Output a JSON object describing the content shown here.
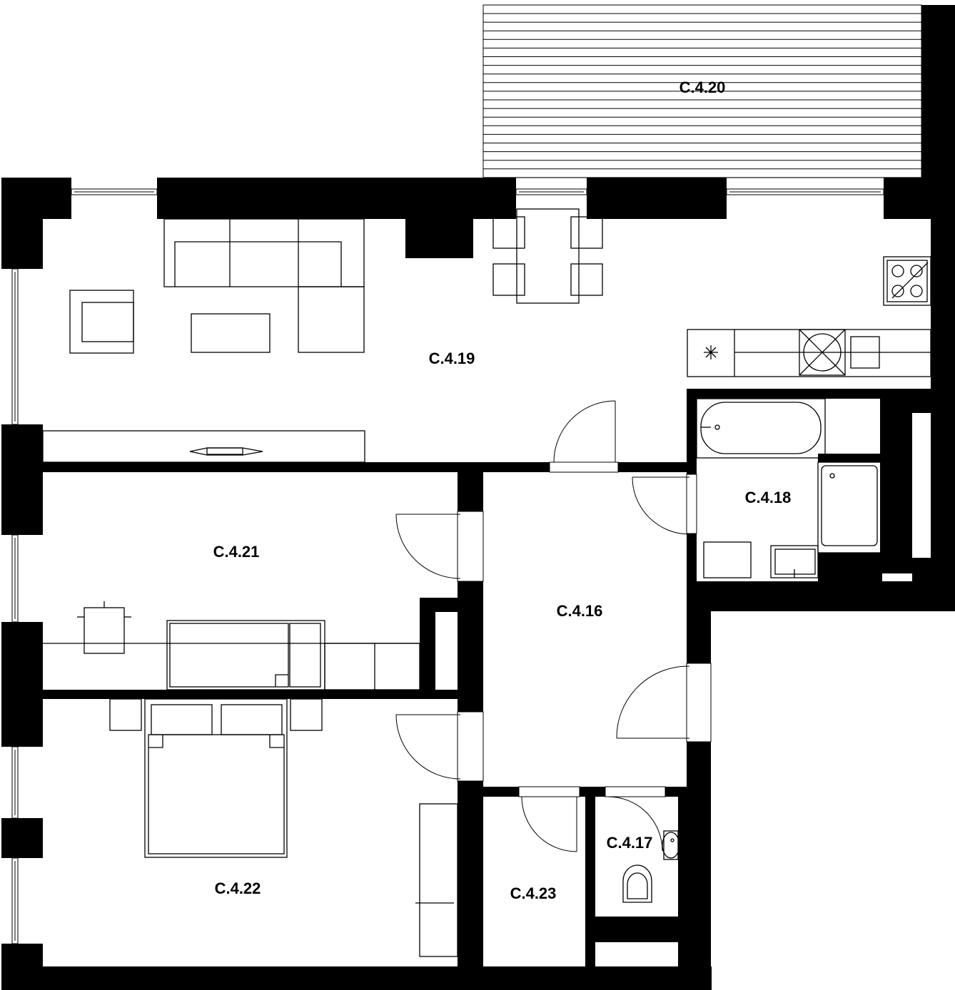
{
  "rooms": {
    "c4_20": "C.4.20",
    "c4_19": "C.4.19",
    "c4_18": "C.4.18",
    "c4_21": "C.4.21",
    "c4_16": "C.4.16",
    "c4_22": "C.4.22",
    "c4_23": "C.4.23",
    "c4_17": "C.4.17"
  },
  "colors": {
    "wall": "#000000",
    "background": "#ffffff",
    "line": "#000000"
  }
}
